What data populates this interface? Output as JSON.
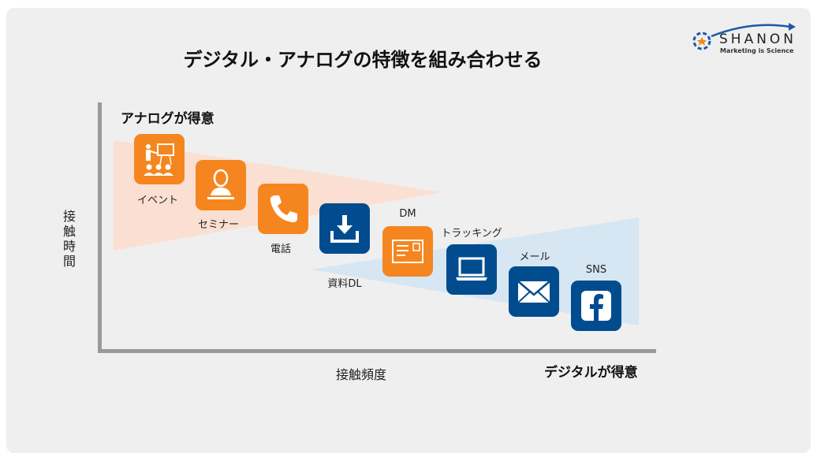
{
  "title": "デジタル・アナログの特徴を組み合わせる",
  "logo": {
    "name": "SHANON",
    "tagline": "Marketing is Science"
  },
  "axes": {
    "y_label": "接触時間",
    "x_label": "接触頻度",
    "top_label": "アナログが得意",
    "bottom_label": "デジタルが得意"
  },
  "channels": [
    {
      "label": "イベント",
      "type": "analog"
    },
    {
      "label": "セミナー",
      "type": "analog"
    },
    {
      "label": "電話",
      "type": "analog"
    },
    {
      "label": "資料DL",
      "type": "digital"
    },
    {
      "label": "DM",
      "type": "analog"
    },
    {
      "label": "トラッキング",
      "type": "digital"
    },
    {
      "label": "メール",
      "type": "digital"
    },
    {
      "label": "SNS",
      "type": "digital"
    }
  ],
  "colors": {
    "analog": "#f5861f",
    "digital": "#004c8f",
    "analog_area": "#fbdfd2",
    "digital_area": "#d6e6f3",
    "axis": "#9a9a9a"
  }
}
